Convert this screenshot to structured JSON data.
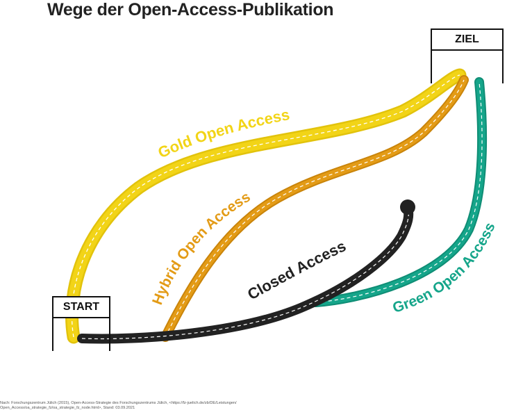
{
  "title": "Wege der Open-Access-Publikation",
  "signs": {
    "start": "START",
    "goal": "ZIEL"
  },
  "paths": [
    {
      "id": "gold",
      "label": "Gold Open Access",
      "color": "#f2d417"
    },
    {
      "id": "hybrid",
      "label": "Hybrid Open Access",
      "color": "#e39b16"
    },
    {
      "id": "green",
      "label": "Green Open Access",
      "color": "#15a58a"
    },
    {
      "id": "closed",
      "label": "Closed Access",
      "color": "#222222"
    }
  ],
  "source_note": {
    "line1": "Nach: Forschungszentrum Jülich (2015), Open-Access-Strategie des Forschungszentrums Jülich, <https://fz-juelich.de/zb/DE/Leistungen/",
    "line2": "Open_Access/oa_strategie_fz/oa_strategie_fz_node.html>, Stand: 03.09.2021"
  }
}
